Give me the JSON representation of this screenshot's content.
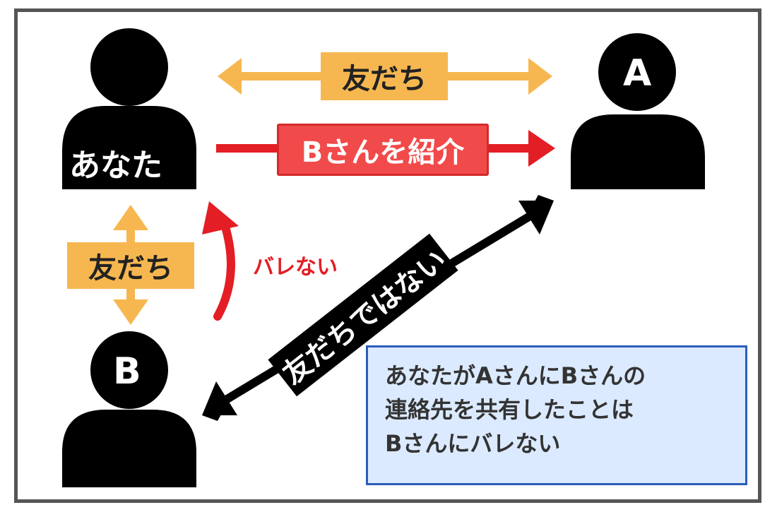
{
  "people": {
    "you": "あなた",
    "a": "A",
    "b": "B"
  },
  "labels": {
    "friend_top": "友だち",
    "introduce": "Bさんを紹介",
    "friend_left": "友だち",
    "not_revealed": "バレない",
    "not_friends": "友だちではない"
  },
  "note": {
    "lines": [
      "あなたがAさんにBさんの",
      "連絡先を共有したことは",
      "Bさんにバレない"
    ]
  },
  "colors": {
    "friend": "#f7b750",
    "introduce": "#f14a4a",
    "highlight": "#e31e24",
    "not_friends": "#000000",
    "note_bg": "#dbeaff",
    "note_border": "#2a5db8"
  }
}
